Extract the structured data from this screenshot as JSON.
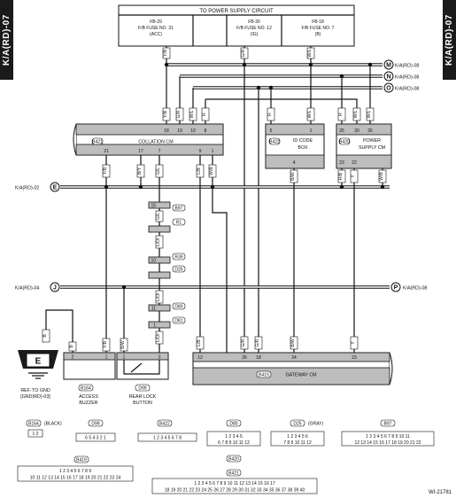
{
  "page_tag": "K/A(RD)-07",
  "power_supply": {
    "title": "TO POWER SUPPLY CIRCUIT",
    "fuses": [
      {
        "id": "FB-29",
        "line2": "F/B FUSE NO. 31",
        "line3": "(ACC)"
      },
      {
        "id": "FB-30",
        "line2": "F/B FUSE NO. 12",
        "line3": "(IG)"
      },
      {
        "id": "FB-18",
        "line2": "F/B FUSE NO. 7",
        "line3": "(B)"
      }
    ]
  },
  "refs": {
    "m": {
      "letter": "M",
      "label": "K/A(RD)-08"
    },
    "n": {
      "letter": "N",
      "label": "K/A(RD)-08"
    },
    "o": {
      "letter": "O",
      "label": "K/A(RD)-08"
    },
    "e": {
      "letter": "E",
      "label": "K/A(RD)-02"
    },
    "j": {
      "letter": "J",
      "label": "K/A(RD)-04"
    },
    "p": {
      "letter": "P",
      "label": "K/A(RD)-08"
    }
  },
  "modules": {
    "collation": {
      "code": "B421",
      "name": "COLLATION CM"
    },
    "idcode": {
      "code": "B422",
      "name1": "ID CODE",
      "name2": "BOX"
    },
    "powersupply": {
      "code": "B420",
      "name1": "POWER",
      "name2": "SUPPLY CM"
    },
    "gateway": {
      "code": "B419",
      "name": "GATEWAY CM"
    },
    "buzzer": {
      "code": "B164",
      "name1": "ACCESS",
      "name2": "BUZZER"
    },
    "rearlock": {
      "code": "D99",
      "name1": "REAR LOCK",
      "name2": "BUTTON"
    },
    "ground": {
      "letter": "E",
      "line1": "REF. TO GND",
      "line2": "[GND(RD)-03]"
    }
  },
  "wire_colors": {
    "yb": "Y/B",
    "gr": "G/R",
    "wl": "W/L",
    "r": "R",
    "br": "B/Y",
    "gl": "G/L",
    "lor": "L/Or",
    "wb": "W/B",
    "rb": "R/B",
    "b": "B",
    "lb": "L/B",
    "bw": "B/W",
    "y": "Y",
    "lg": "L/G"
  },
  "pins": {
    "c1": "18",
    "c2": "19",
    "c3": "10",
    "c4": "8",
    "c5": "21",
    "c6": "17",
    "c7": "7",
    "c8": "9",
    "c9": "1",
    "i1": "5",
    "i2": "1",
    "i3": "4",
    "p1": "25",
    "p2": "30",
    "p3": "26",
    "p4": "23",
    "p5": "22",
    "b1": "2",
    "b2": "1",
    "r1": "1",
    "r2": "3",
    "g1": "12",
    "g2": "26",
    "g3": "18",
    "g4": "24",
    "g5": "23",
    "cn1": "15",
    "cn2": "10",
    "cn3": "7",
    "cn4": "11",
    "cn5": "1"
  },
  "connectors": {
    "b97": "B97",
    "r1": "R1",
    "r39": "R39",
    "d25": "D25",
    "d80": "D80",
    "d81": "D81"
  },
  "legend": {
    "b164": "B164",
    "b164_note": "(BLACK)",
    "d99": "D99",
    "b422": "B422",
    "d80": "D80",
    "d25": "D25",
    "d25_note": "(GRAY)",
    "b97": "B97",
    "b419": "B419",
    "b420": "B420",
    "b421": "B421",
    "b164_pins": "1 2",
    "d99_pins": "6 5 4 3 2 1",
    "b422_pins": "1 2 3 4 5 6 7 8",
    "d80_r1": "1 2 3  4 5",
    "d80_r2": "6 7 8 9 10 11 12",
    "d25_r1": "1 2 3  4 5 6",
    "d25_r2": "7 8 9 10 11 12",
    "b97_r1": "1 2 3 4  5 6 7 8 9 10 11",
    "b97_r2": "12 13 14 15 16 17 18 19 20 21 22",
    "b419_r1": "1 2 3 4 5  6 7 8 9",
    "b419_r2": "10 11 12 13 14 15 16 17 18 19 20 21 22 23 24",
    "b420_r1": "1 2 3 4 5 6 7 8 9 10  11 12 13 14 15 16 17",
    "b420_r2": "18 19 20 21 22 23 24 25 26 27 28 29 30 31 32 33 34 35 36 37 38 39 40"
  },
  "figure_id": "WI-21781"
}
